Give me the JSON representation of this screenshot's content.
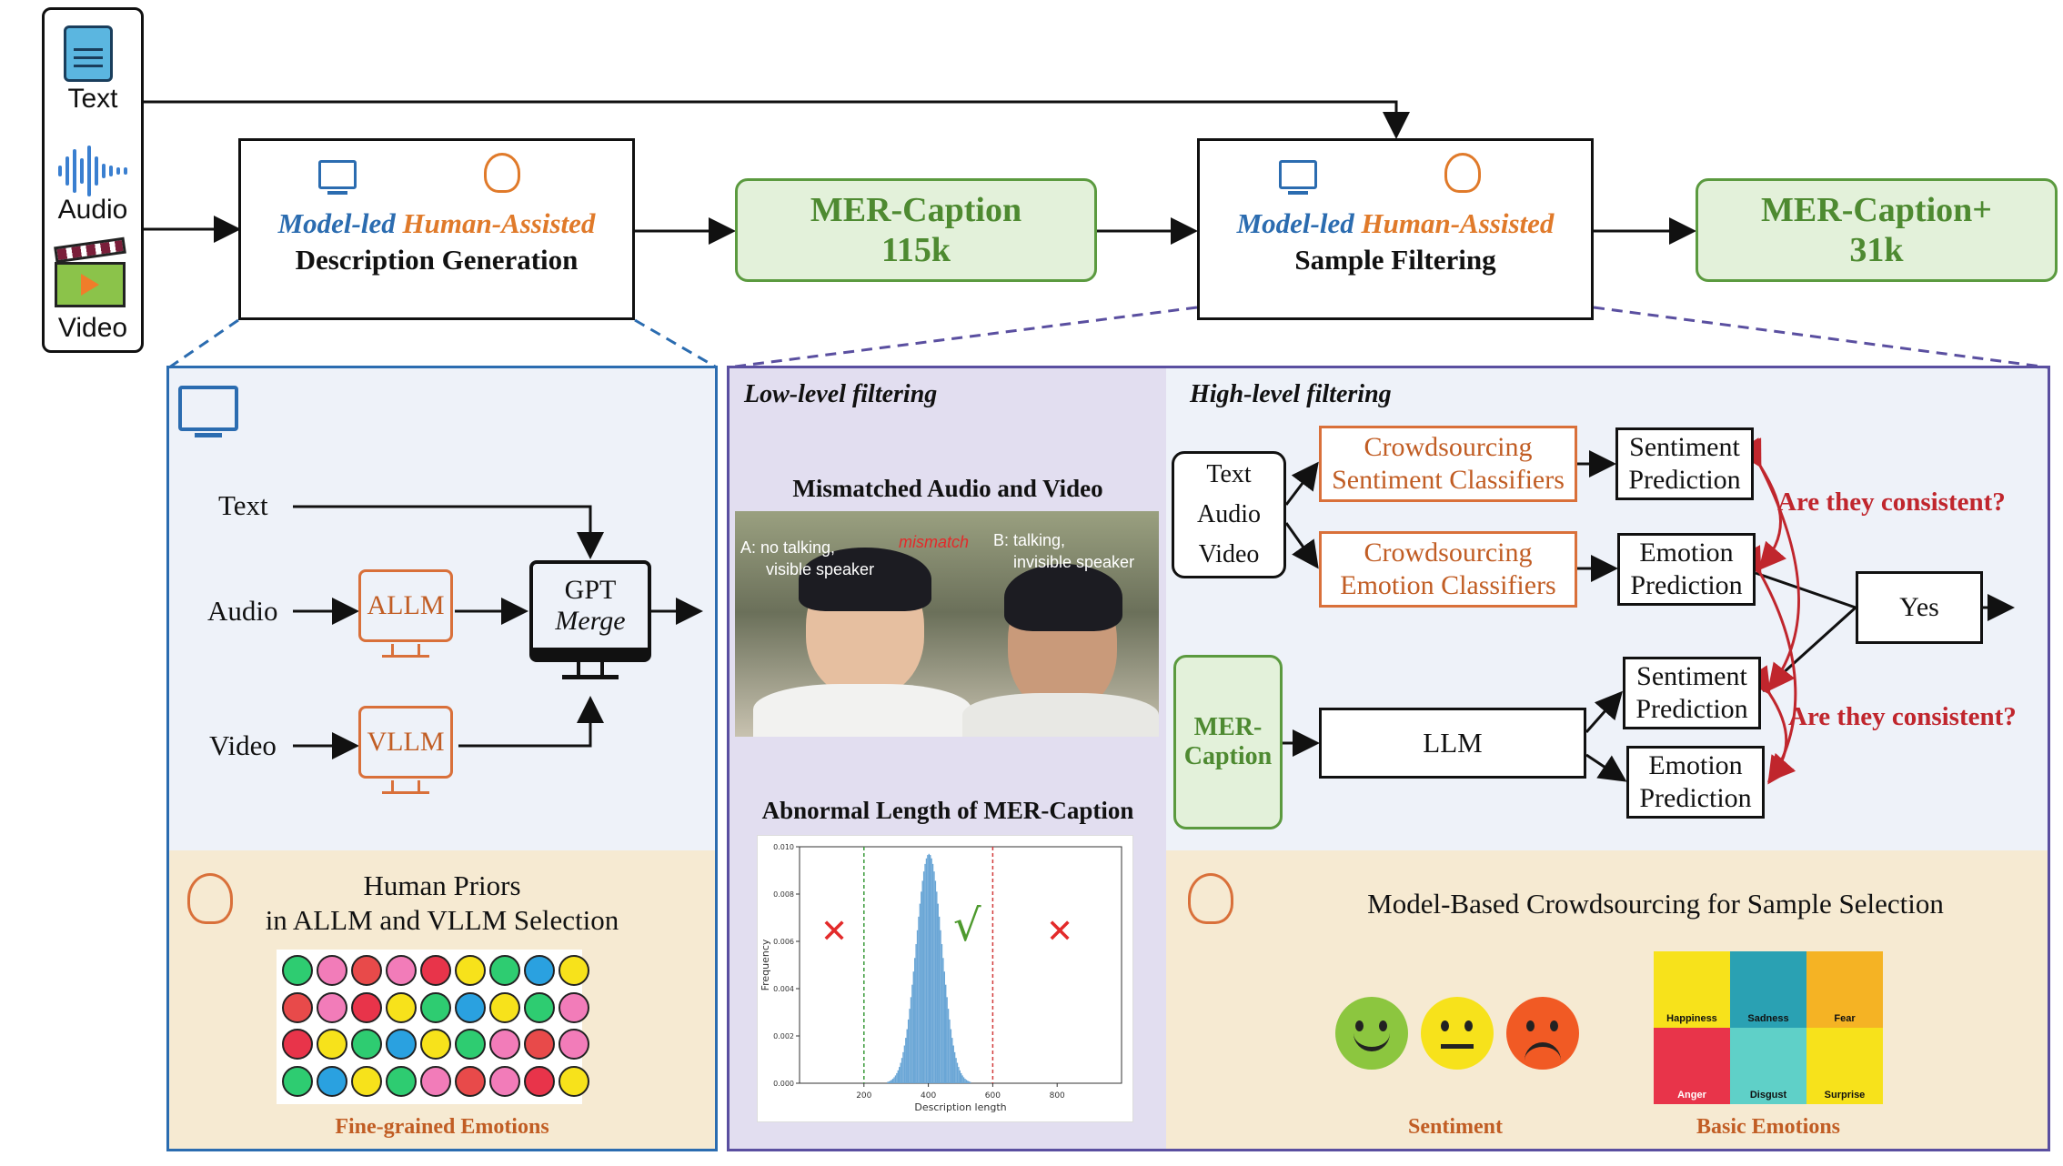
{
  "inputs": {
    "text": "Text",
    "audio": "Audio",
    "video": "Video"
  },
  "top": {
    "gen_box": {
      "model_led": "Model-led",
      "human_assisted": "Human-Assisted",
      "title": "Description Generation"
    },
    "caption1": {
      "line1": "MER-Caption",
      "line2": "115k"
    },
    "filter_box": {
      "model_led": "Model-led",
      "human_assisted": "Human-Assisted",
      "title": "Sample Filtering"
    },
    "caption2": {
      "line1": "MER-Caption+",
      "line2": "31k"
    }
  },
  "left_panel": {
    "text": "Text",
    "audio": "Audio",
    "video": "Video",
    "allm": "ALLM",
    "vllm": "VLLM",
    "gpt": "GPT",
    "merge": "Merge",
    "priors_line1": "Human Priors",
    "priors_line2": "in ALLM and VLLM Selection",
    "fine_grained": "Fine-grained Emotions"
  },
  "low_level": {
    "title": "Low-level filtering",
    "mismatch_title": "Mismatched Audio and Video",
    "speaker_a_1": "A: no talking,",
    "speaker_a_2": "visible speaker",
    "mismatch": "mismatch",
    "speaker_b_1": "B: talking,",
    "speaker_b_2": "invisible speaker",
    "length_title": "Abnormal Length of MER-Caption",
    "check": "√",
    "cross": "✕"
  },
  "chart_data": {
    "type": "bar",
    "title": "",
    "xlabel": "Description length",
    "ylabel": "Frequency",
    "xlim": [
      0,
      1000
    ],
    "ylim": [
      0,
      0.01
    ],
    "x_ticks": [
      "200",
      "400",
      "600",
      "800"
    ],
    "y_ticks": [
      "0.000",
      "0.002",
      "0.004",
      "0.006",
      "0.008",
      "0.010"
    ],
    "thresholds": [
      200,
      600
    ],
    "distribution": {
      "shape": "normal",
      "mean": 400,
      "std": 40,
      "peak": 0.0097
    },
    "colors": {
      "bars": "#6aa6d6",
      "lower_line": "#3a9a3a",
      "upper_line": "#d23a3a"
    }
  },
  "high_level": {
    "title": "High-level filtering",
    "inputs": [
      "Text",
      "Audio",
      "Video"
    ],
    "crowd_sent_1": "Crowdsourcing",
    "crowd_sent_2": "Sentiment Classifiers",
    "crowd_emo_1": "Crowdsourcing",
    "crowd_emo_2": "Emotion Classifiers",
    "sent_pred_1": "Sentiment",
    "sent_pred_2": "Prediction",
    "emo_pred_1": "Emotion",
    "emo_pred_2": "Prediction",
    "consistent": "Are they consistent?",
    "yes": "Yes",
    "mer_caption_1": "MER-",
    "mer_caption_2": "Caption",
    "llm": "LLM",
    "crowd_title": "Model-Based Crowdsourcing for Sample Selection",
    "sentiment": "Sentiment",
    "basic_emotions": "Basic Emotions",
    "tiles": [
      "Happiness",
      "Sadness",
      "Fear",
      "Anger",
      "Disgust",
      "Surprise"
    ]
  },
  "colors": {
    "blue_panel": "#2b6cb0",
    "purple_panel": "#5a4fa0",
    "green": "#5b9a3f",
    "orange": "#d9703a",
    "red": "#c0262d"
  }
}
